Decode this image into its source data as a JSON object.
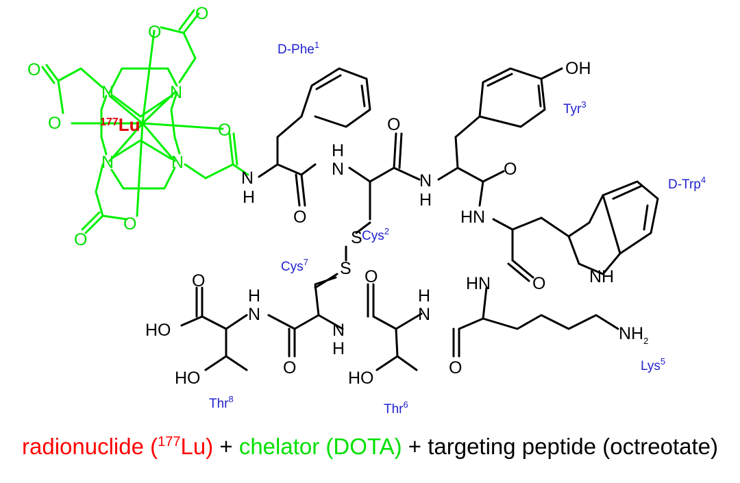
{
  "residues": {
    "dphe": {
      "name": "D-Phe",
      "num": "1"
    },
    "cys2": {
      "name": "Cys",
      "num": "2"
    },
    "tyr": {
      "name": "Tyr",
      "num": "3"
    },
    "dtrp": {
      "name": "D-Trp",
      "num": "4"
    },
    "lys": {
      "name": "Lys",
      "num": "5"
    },
    "thr6": {
      "name": "Thr",
      "num": "6"
    },
    "cys7": {
      "name": "Cys",
      "num": "7"
    },
    "thr8": {
      "name": "Thr",
      "num": "8"
    }
  },
  "metal": {
    "mass": "177",
    "symbol": "Lu"
  },
  "atoms": {
    "N": "N",
    "O": "O",
    "S": "S",
    "H": "H",
    "HN": "HN",
    "NH": "NH",
    "OH": "OH",
    "HO": "HO",
    "NH2": "NH",
    "NH2_sub": "2"
  },
  "caption": {
    "radionuclide": "radionuclide (",
    "lu_mass": "177",
    "lu_sym": "Lu)",
    "plus1": " + ",
    "chelator": "chelator (DOTA)",
    "plus2": " + ",
    "peptide": "targeting peptide (octreotate)"
  },
  "colors": {
    "radionuclide": "#ff0000",
    "chelator": "#00e000",
    "peptide": "#000000",
    "residue_labels": "#2020d0"
  }
}
